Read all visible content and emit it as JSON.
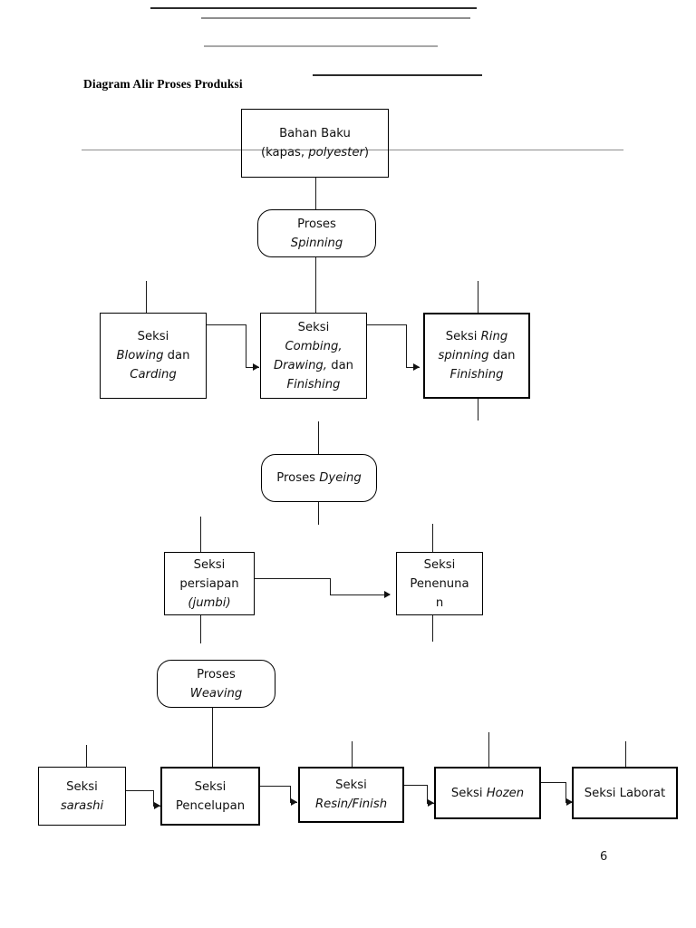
{
  "document": {
    "title": "Diagram Alir Proses Produksi",
    "page_number": "6"
  },
  "chart_data": {
    "type": "diagram",
    "subtype": "process-flowchart",
    "title": "Diagram Alir Proses Produksi",
    "orientation": "top-to-bottom",
    "nodes": [
      {
        "id": "bahan-baku",
        "label_line1": "Bahan Baku",
        "label_line2": "(kapas, polyester)",
        "shape": "rect",
        "stage": "raw-material"
      },
      {
        "id": "proses-spinning",
        "label_line1": "Proses",
        "label_line2": "Spinning",
        "shape": "rounded-rect",
        "stage": "process"
      },
      {
        "id": "seksi-blowing",
        "label_line1": "Seksi",
        "label_line2": "Blowing dan",
        "label_line3": "Carding",
        "shape": "rect",
        "stage": "spinning-section"
      },
      {
        "id": "seksi-combing",
        "label_line1": "Seksi",
        "label_line2": "Combing,",
        "label_line3": "Drawing, dan",
        "label_line4": "Finishing",
        "shape": "rect",
        "stage": "spinning-section"
      },
      {
        "id": "seksi-ring",
        "label_line1": "Seksi Ring",
        "label_line2": "spinning dan",
        "label_line3": "Finishing",
        "shape": "rect",
        "stage": "spinning-section"
      },
      {
        "id": "proses-dyeing",
        "label_line1": "Proses Dyeing",
        "shape": "rounded-rect",
        "stage": "process"
      },
      {
        "id": "seksi-persiapan",
        "label_line1": "Seksi",
        "label_line2": "persiapan",
        "label_line3": "(jumbi)",
        "shape": "rect",
        "stage": "weaving-section"
      },
      {
        "id": "seksi-penenunan",
        "label_line1": "Seksi",
        "label_line2": "Penenuna",
        "label_line3": "n",
        "shape": "rect",
        "stage": "weaving-section"
      },
      {
        "id": "proses-weaving",
        "label_line1": "Proses",
        "label_line2": "Weaving",
        "shape": "rounded-rect",
        "stage": "process"
      },
      {
        "id": "seksi-sarashi",
        "label_line1": "Seksi",
        "label_line2": "sarashi",
        "shape": "rect",
        "stage": "finishing-section"
      },
      {
        "id": "seksi-pencelupan",
        "label_line1": "Seksi",
        "label_line2": "Pencelupan",
        "shape": "rect",
        "stage": "finishing-section"
      },
      {
        "id": "seksi-resin",
        "label_line1": "Seksi",
        "label_line2": "Resin/Finish",
        "shape": "rect",
        "stage": "finishing-section"
      },
      {
        "id": "seksi-hozen",
        "label_line1": "Seksi Hozen",
        "shape": "rect",
        "stage": "finishing-section"
      },
      {
        "id": "seksi-laborat",
        "label_line1": "Seksi Laborat",
        "shape": "rect",
        "stage": "finishing-section"
      }
    ],
    "edges": [
      {
        "from": "bahan-baku",
        "to": "proses-spinning",
        "style": "line"
      },
      {
        "from": "seksi-blowing",
        "to": "seksi-combing",
        "style": "step-arrow"
      },
      {
        "from": "seksi-combing",
        "to": "seksi-ring",
        "style": "step-arrow"
      },
      {
        "from": "seksi-persiapan",
        "to": "seksi-penenunan",
        "style": "step-arrow"
      },
      {
        "from": "seksi-sarashi",
        "to": "seksi-pencelupan",
        "style": "step-arrow"
      },
      {
        "from": "seksi-pencelupan",
        "to": "seksi-resin",
        "style": "step-arrow"
      },
      {
        "from": "seksi-resin",
        "to": "seksi-hozen",
        "style": "step-arrow"
      },
      {
        "from": "seksi-hozen",
        "to": "seksi-laborat",
        "style": "step-arrow"
      }
    ]
  },
  "nodes": {
    "bahan_baku": {
      "line1": "Bahan Baku",
      "line2_pre": "(kapas, ",
      "line2_em": "polyester",
      "line2_post": ")"
    },
    "proses_spinning": {
      "line1": "Proses",
      "line2_em": "Spinning"
    },
    "seksi_blowing": {
      "line1": "Seksi",
      "line2_em": "Blowing",
      "line2_post": " dan",
      "line3_em": "Carding"
    },
    "seksi_combing": {
      "line1": "Seksi",
      "line2_em": "Combing,",
      "line3_em": "Drawing,",
      "line3_post": " dan",
      "line4_em": "Finishing"
    },
    "seksi_ring": {
      "line1_pre": "Seksi ",
      "line1_em": "Ring",
      "line2_em": "spinning",
      "line2_post": " dan",
      "line3_em": "Finishing"
    },
    "proses_dyeing": {
      "line1_pre": "Proses ",
      "line1_em": "Dyeing"
    },
    "seksi_persiapan": {
      "line1": "Seksi",
      "line2": "persiapan",
      "line3_em": "(jumbi)"
    },
    "seksi_penenunan": {
      "line1": "Seksi",
      "line2": "Penenuna",
      "line3": "n"
    },
    "proses_weaving": {
      "line1": "Proses",
      "line2_em": "Weaving"
    },
    "seksi_sarashi": {
      "line1": "Seksi",
      "line2_em": "sarashi"
    },
    "seksi_pencelupan": {
      "line1": "Seksi",
      "line2": "Pencelupan"
    },
    "seksi_resin": {
      "line1": "Seksi",
      "line2_em": "Resin/Finish"
    },
    "seksi_hozen": {
      "line1_pre": "Seksi ",
      "line1_em": "Hozen"
    },
    "seksi_laborat": {
      "line1": "Seksi Laborat"
    }
  }
}
